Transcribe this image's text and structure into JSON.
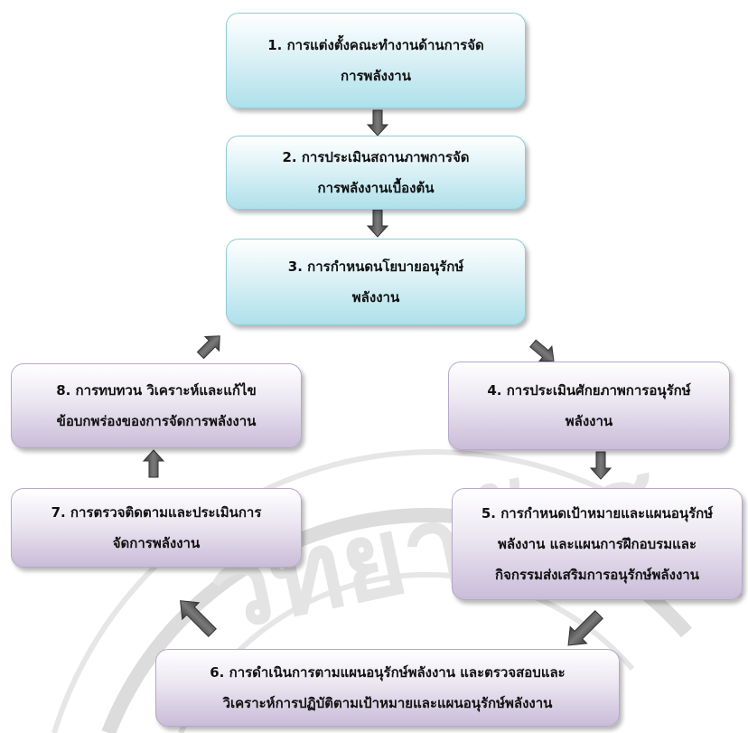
{
  "watermark": {
    "text": "วิทยาลัยส",
    "color": "#d9d9d9"
  },
  "steps": [
    {
      "id": 1,
      "text": "1. การแต่งตั้งคณะทำงานด้านการจัด\nการพลังงาน",
      "color": "#aee0ea"
    },
    {
      "id": 2,
      "text": "2. การประเมินสถานภาพการจัด\nการพลังงานเบื้องต้น",
      "color": "#aee0ea"
    },
    {
      "id": 3,
      "text": "3. การกำหนดนโยบายอนุรักษ์\nพลังงาน",
      "color": "#aee0ea"
    },
    {
      "id": 4,
      "text": "4. การประเมินศักยภาพการอนุรักษ์\nพลังงาน",
      "color": "#c9bcd8"
    },
    {
      "id": 5,
      "text": "5. การกำหนดเป้าหมายและแผนอนุรักษ์\nพลังงาน และแผนการฝึกอบรมและ\nกิจกรรมส่งเสริมการอนุรักษ์พลังงาน",
      "color": "#c9bcd8"
    },
    {
      "id": 6,
      "text": "6. การดำเนินการตามแผนอนุรักษ์พลังงาน และตรวจสอบและ\nวิเคราะห์การปฏิบัติตามเป้าหมายและแผนอนุรักษ์พลังงาน",
      "color": "#c9bcd8"
    },
    {
      "id": 7,
      "text": "7. การตรวจติดตามและประเมินการ\nจัดการพลังงาน",
      "color": "#c9bcd8"
    },
    {
      "id": 8,
      "text": "8. การทบทวน วิเคราะห์และแก้ไข\nข้อบกพร่องของการจัดการพลังงาน",
      "color": "#c9bcd8"
    }
  ],
  "arrow_color": "#555555"
}
